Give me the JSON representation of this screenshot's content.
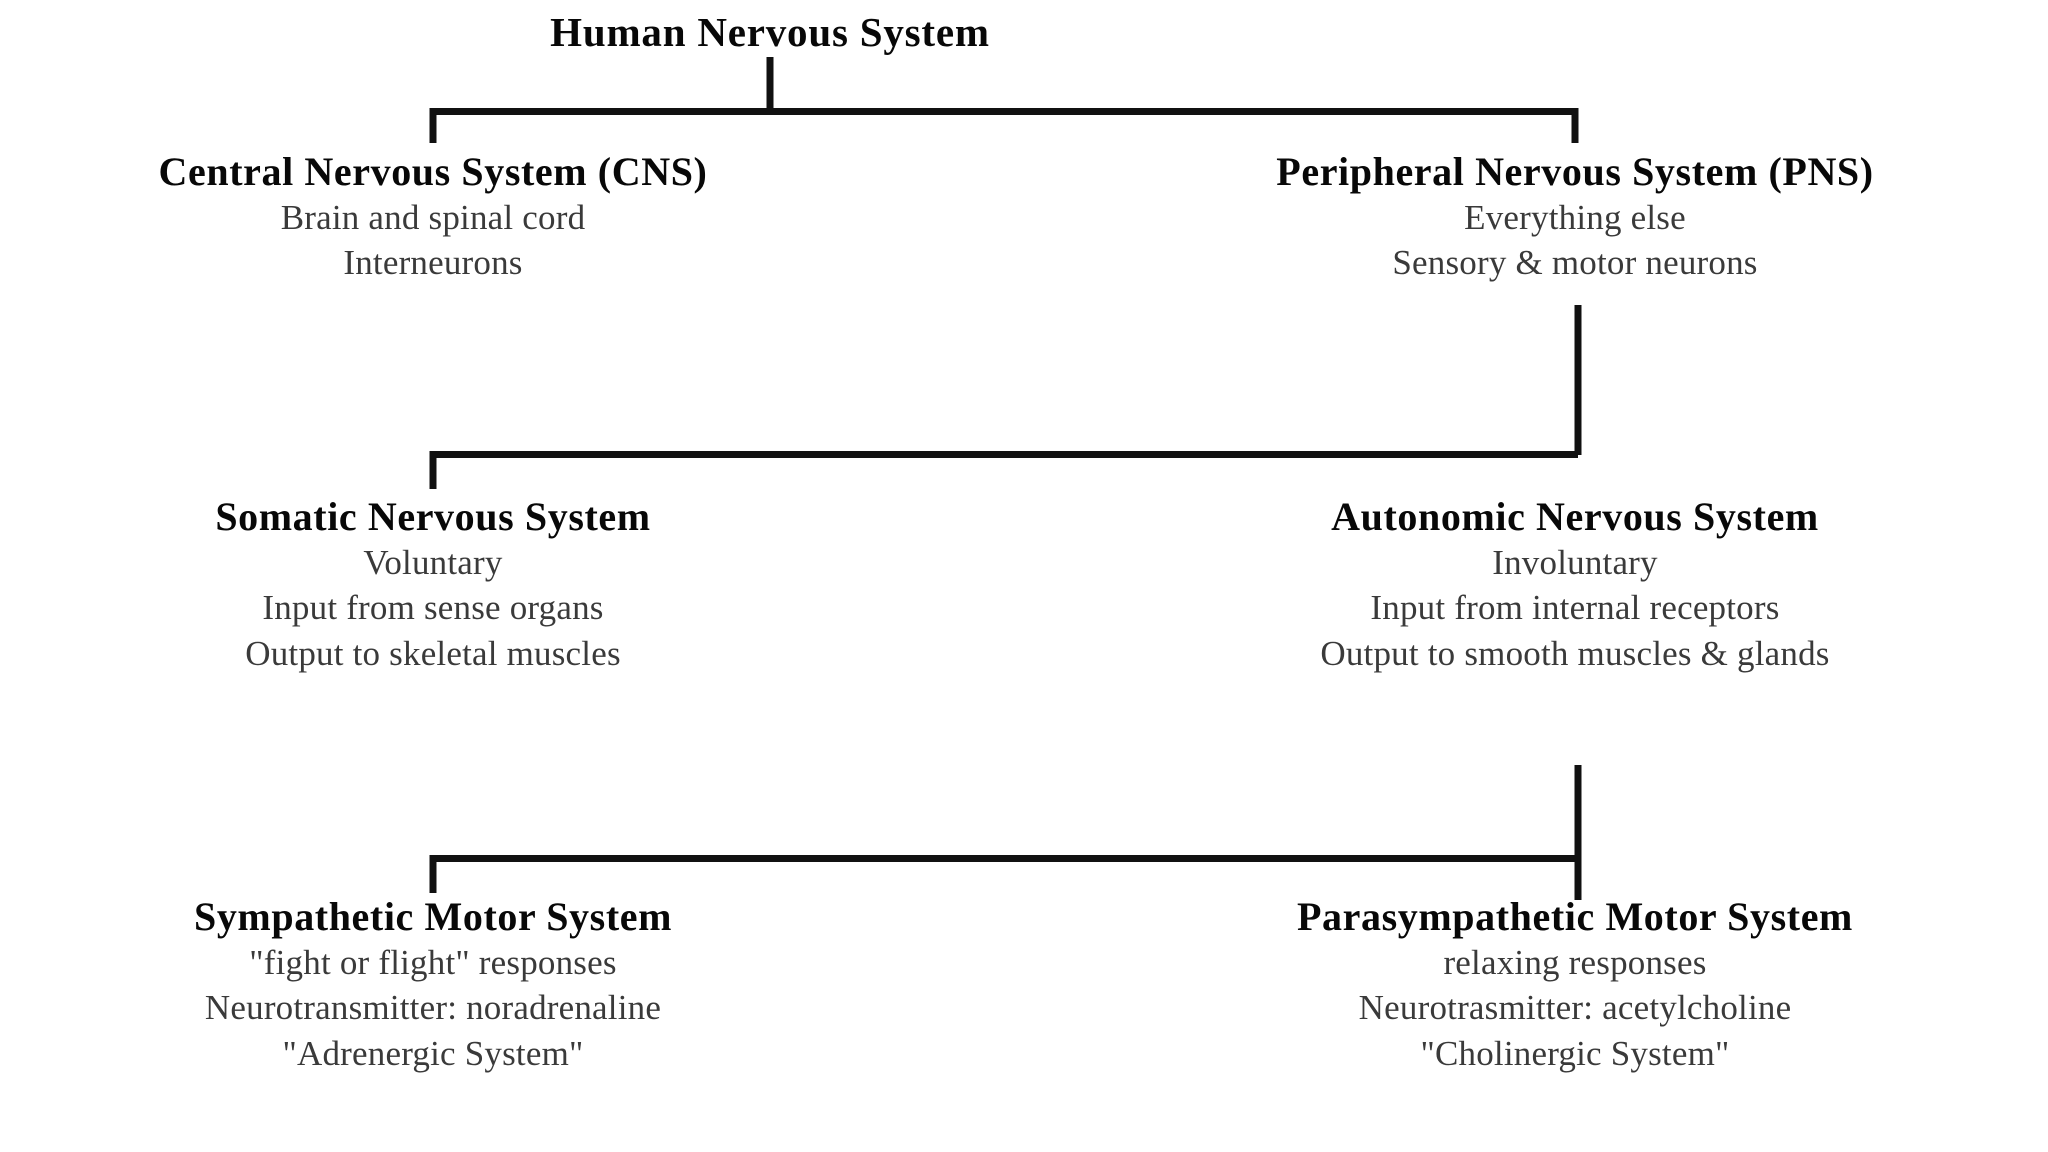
{
  "diagram": {
    "type": "hierarchy-tree",
    "title": "Human Nervous System",
    "root": {
      "label": "Human Nervous System"
    },
    "levels": [
      {
        "level": 2,
        "nodes": [
          {
            "id": "cns",
            "title": "Central Nervous System (CNS)",
            "lines": [
              "Brain and spinal cord",
              "Interneurons"
            ]
          },
          {
            "id": "pns",
            "title": "Peripheral Nervous System (PNS)",
            "lines": [
              "Everything else",
              "Sensory & motor neurons"
            ]
          }
        ]
      },
      {
        "level": 3,
        "nodes": [
          {
            "id": "somatic",
            "title": "Somatic Nervous System",
            "lines": [
              "Voluntary",
              "Input from sense organs",
              "Output to skeletal muscles"
            ]
          },
          {
            "id": "autonomic",
            "title": "Autonomic Nervous System",
            "lines": [
              "Involuntary",
              "Input from internal receptors",
              "Output to smooth muscles & glands"
            ]
          }
        ]
      },
      {
        "level": 4,
        "nodes": [
          {
            "id": "sympathetic",
            "title": "Sympathetic Motor System",
            "lines": [
              "\"fight or flight\" responses",
              "Neurotransmitter: noradrenaline",
              "\"Adrenergic System\""
            ]
          },
          {
            "id": "parasympathetic",
            "title": "Parasympathetic Motor System",
            "lines": [
              "relaxing responses",
              "Neurotrasmitter: acetylcholine",
              "\"Cholinergic System\""
            ]
          }
        ]
      }
    ],
    "colors": {
      "background": "#ffffff",
      "connector": "#111111",
      "heading_text": "#080808",
      "body_text": "#3a3a3a"
    }
  }
}
